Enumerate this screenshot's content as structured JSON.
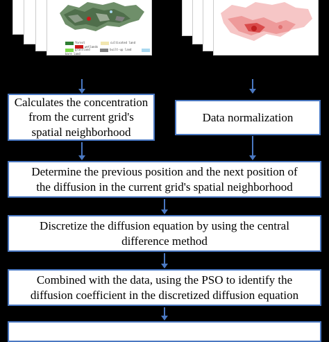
{
  "maps": {
    "landuse_legend": [
      {
        "label": "forest",
        "color": "#2e7d32"
      },
      {
        "label": "cultivated land",
        "color": "#f2e6b0"
      },
      {
        "label": "wetlands",
        "color": "#cc1a1a"
      },
      {
        "label": "grassland",
        "color": "#7ddc4a"
      },
      {
        "label": "built-up land",
        "color": "#808080"
      },
      {
        "label": "bare land",
        "color": "#a8d8f0"
      }
    ]
  },
  "steps": {
    "calc_concentration": "Calculates the concentration from the current grid's spatial neighborhood",
    "calc_line1": "Calculates the concentration",
    "calc_line2": "from the current grid's",
    "calc_line3": "spatial neighborhood",
    "normalization": "Data normalization",
    "position_line1": "Determine the previous position and the next position of",
    "position_line2": "the diffusion in the current grid's spatial neighborhood",
    "discretize_line1": "Discretize the diffusion equation by using the central",
    "discretize_line2": "difference method",
    "pso_line1": "Combined with the data, using the PSO to identify the",
    "pso_line2": "diffusion coefficient in the discretized diffusion equation"
  },
  "colors": {
    "arrow": "#4a78c2",
    "box_border": "#4a78c2",
    "background": "#000000"
  }
}
